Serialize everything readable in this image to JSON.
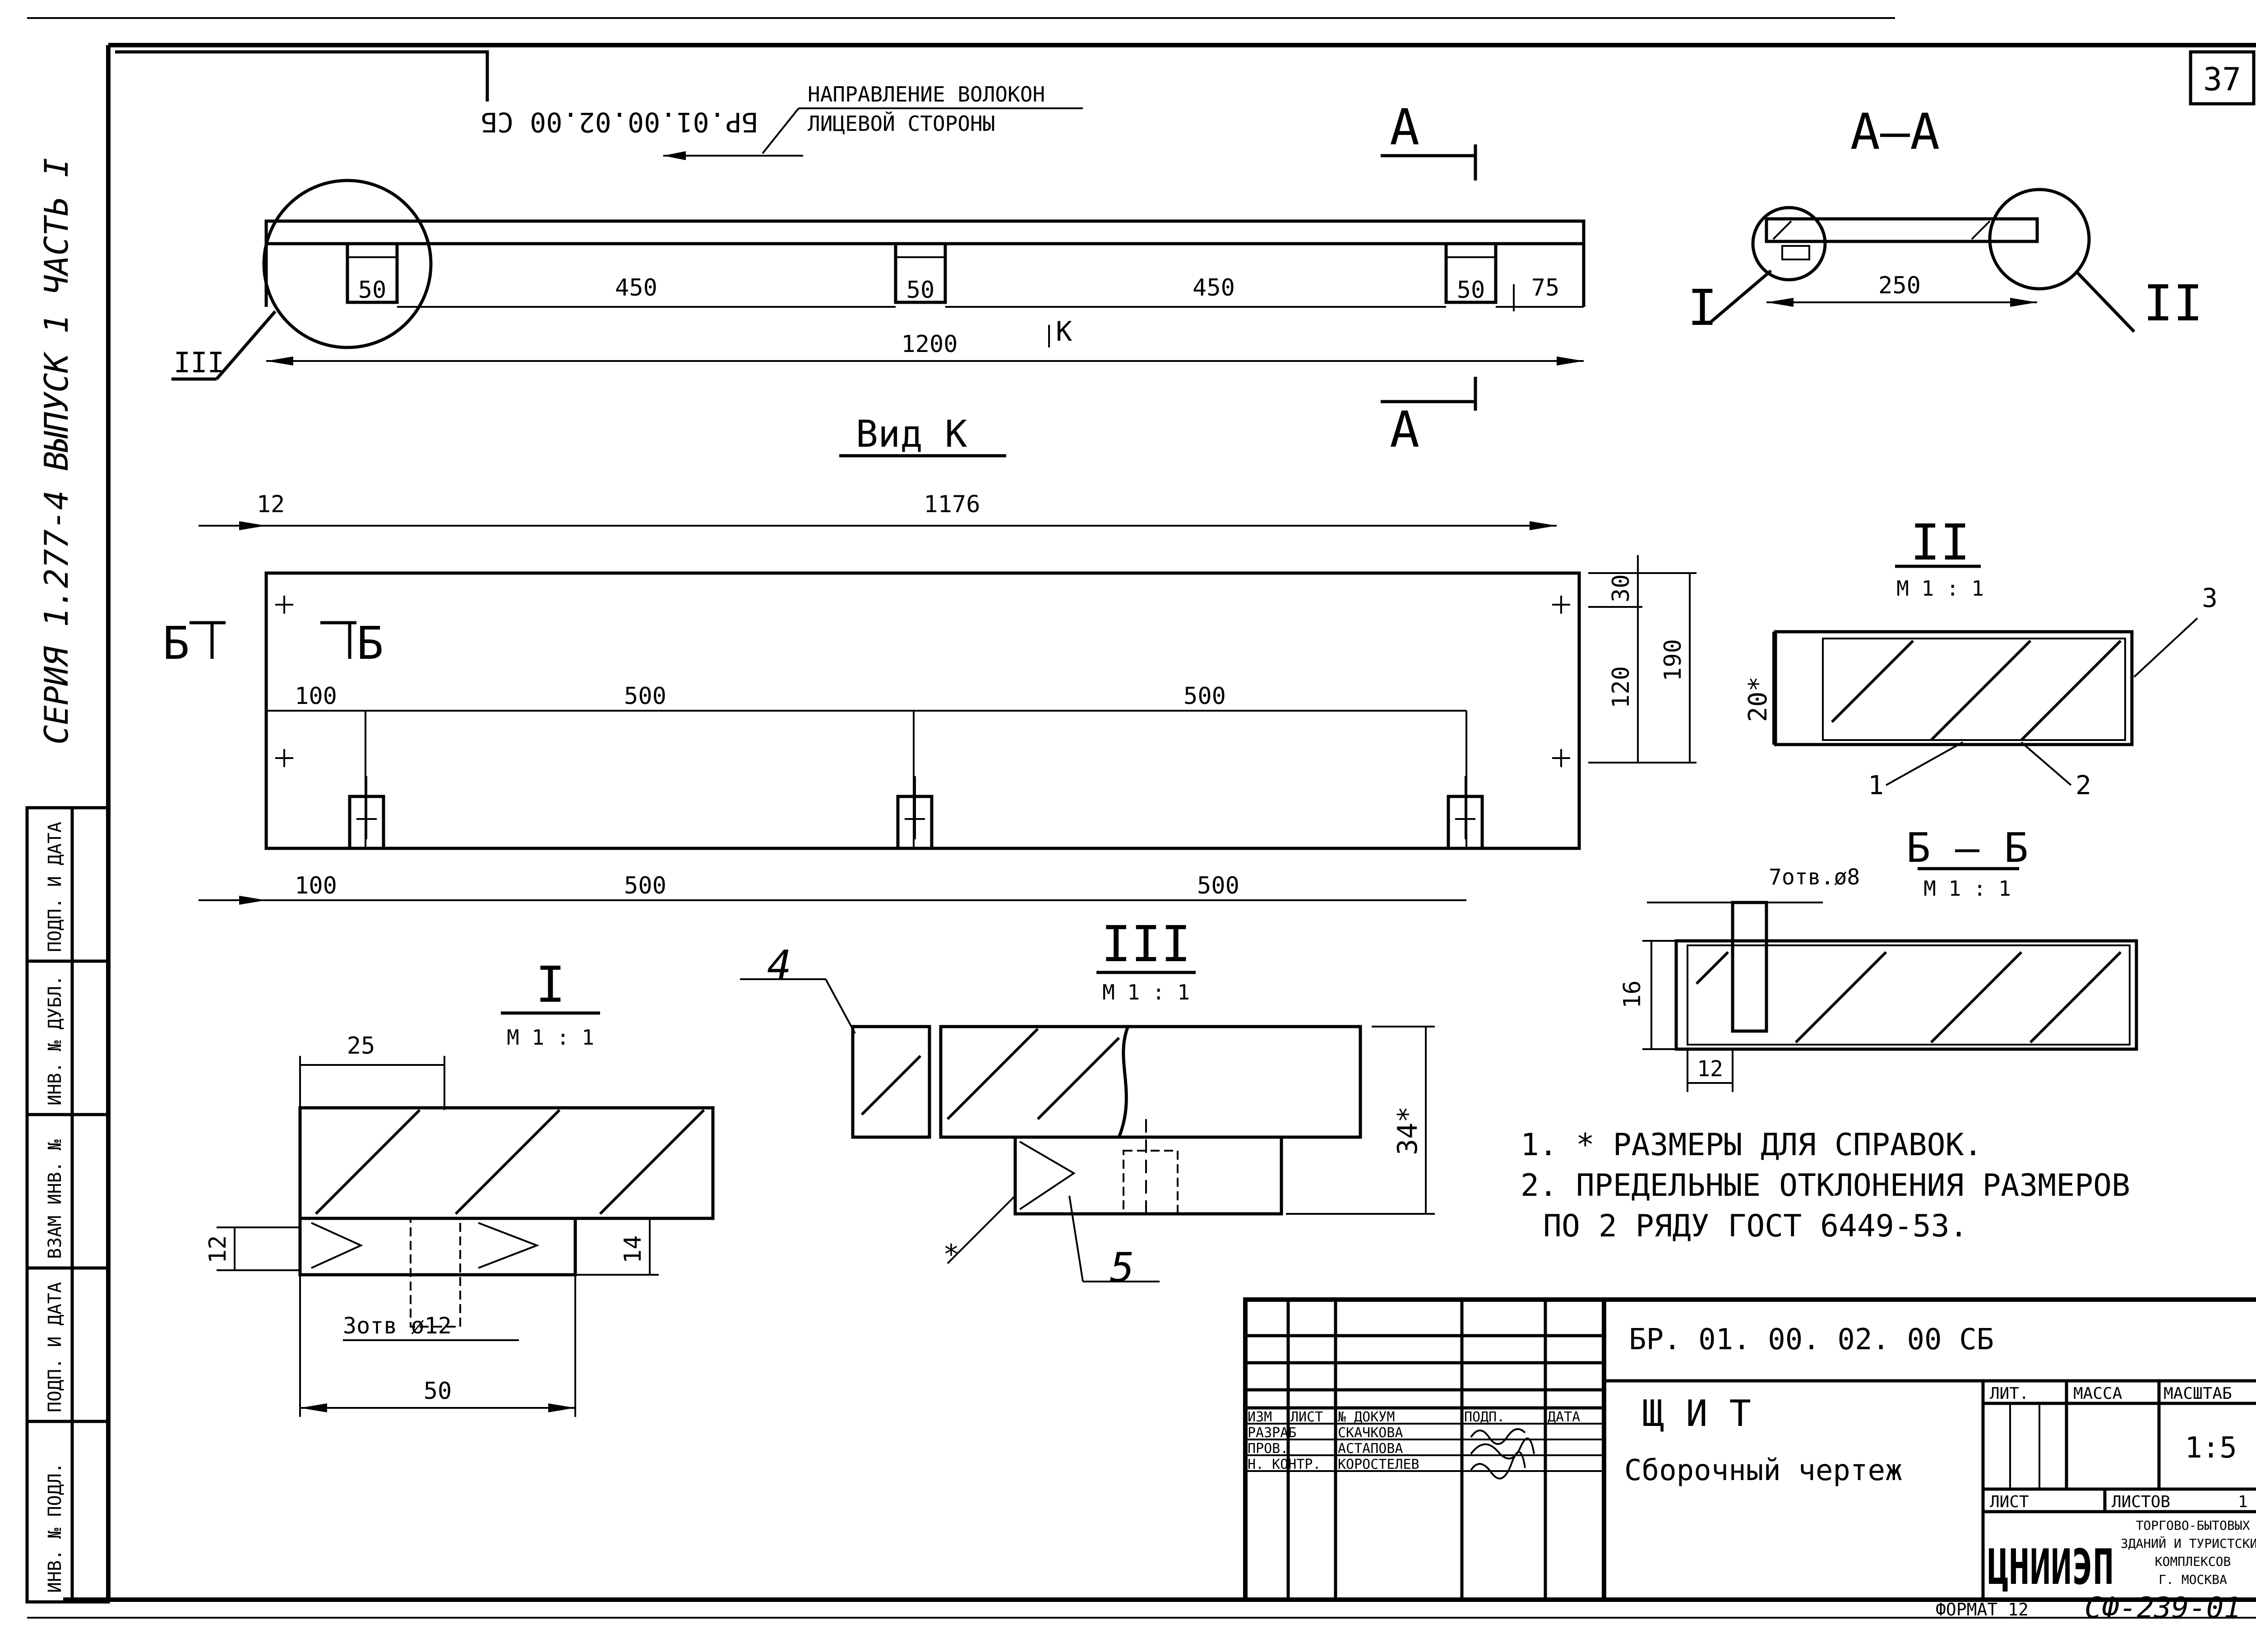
{
  "sheet": {
    "page_number": "37",
    "mirrored_code": "БР.01.00.02.00 СБ",
    "side_series": "СЕРИЯ 1.277-4 ВЫПУСК 1 ЧАСТЬ I",
    "format": "ФОРМАТ 12",
    "code_bottom": "СФ-239-01"
  },
  "left_stamp": {
    "cells": [
      "ИНВ. № ПОДЛ.",
      "ПОДП. И ДАТА",
      "ВЗАМ ИНВ. №",
      "ИНВ. № ДУБЛ.",
      "ПОДП. И ДАТА"
    ]
  },
  "top_view": {
    "fiber_note_line1": "НАПРАВЛЕНИЕ ВОЛОКОН",
    "fiber_note_line2": "ЛИЦЕВОЙ СТОРОНЫ",
    "dims": {
      "d50": "50",
      "d450": "450",
      "d75": "75",
      "d1200": "1200"
    },
    "k_mark": "К",
    "callout": "III"
  },
  "section_aa": {
    "title": "А—А",
    "cut_label": "А",
    "dim": "250",
    "callout_left": "I",
    "callout_right": "II"
  },
  "view_k": {
    "title": "Вид К",
    "dims": {
      "d12": "12",
      "d1176": "1176",
      "d100": "100",
      "d500": "500",
      "d30": "30",
      "d120": "120",
      "d190": "190"
    },
    "cut_label": "Б"
  },
  "detail_2": {
    "title": "II",
    "scale": "М 1 : 1",
    "dim": "20*",
    "pos1": "1",
    "pos2": "2",
    "pos3": "3"
  },
  "section_bb": {
    "title": "Б — Б",
    "scale": "М 1 : 1",
    "holes": "7отв.ø8",
    "d16": "16",
    "d12": "12"
  },
  "detail_1": {
    "title": "I",
    "scale": "М 1 : 1",
    "d25": "25",
    "d12": "12",
    "d14": "14",
    "holes": "3отв ø12",
    "d50": "50"
  },
  "detail_3": {
    "title": "III",
    "scale": "М 1 : 1",
    "dim": "34*",
    "pos4": "4",
    "pos5": "5"
  },
  "notes": [
    "1. * РАЗМЕРЫ ДЛЯ СПРАВОК.",
    "2. ПРЕДЕЛЬНЫЕ ОТКЛОНЕНИЯ РАЗМЕРОВ",
    "ПО 2 РЯДУ ГОСТ 6449-53."
  ],
  "title_block": {
    "designation": "БР. 01. 00. 02. 00 СБ",
    "name": "Щ И Т",
    "subname": "Сборочный чертеж",
    "headers": [
      "ИЗМ",
      "ЛИСТ",
      "№ ДОКУМ",
      "ПОДП.",
      "ДАТА"
    ],
    "roles": [
      {
        "role": "РАЗРАБ",
        "name": "СКАЧКОВА"
      },
      {
        "role": "ПРОВ.",
        "name": "АСТАПОВА"
      },
      {
        "role": "Н. КОНТР.",
        "name": "КОРОСТЕЛЕВ"
      }
    ],
    "lit_label": "ЛИТ.",
    "mass_label": "МАССА",
    "scale_label": "МАСШТАБ",
    "scale_value": "1:5",
    "sheet_label": "ЛИСТ",
    "sheets_label": "ЛИСТОВ",
    "sheets_value": "1",
    "org_logo": "ЦНИИЭП",
    "org_lines": [
      "ТОРГОВО-БЫТОВЫХ",
      "ЗДАНИЙ И ТУРИСТСКИХ",
      "КОМПЛЕКСОВ",
      "Г. МОСКВА"
    ]
  }
}
